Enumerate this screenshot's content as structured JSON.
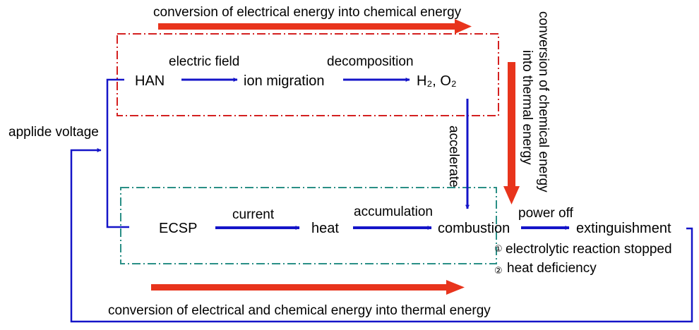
{
  "labels": {
    "top_conversion": "conversion of electrical energy into chemical energy",
    "bottom_conversion": "conversion of electrical and chemical energy into thermal energy",
    "right_conversion_line1": "conversion of chemical energy",
    "right_conversion_line2": "into thermal energy",
    "applied_voltage": "applide voltage",
    "electric_field": "electric field",
    "decomposition": "decomposition",
    "accelerate": "accelerate",
    "current": "current",
    "accumulation": "accumulation",
    "power_off": "power off",
    "reason_1": "electrolytic reaction stopped",
    "reason_2": "heat deficiency"
  },
  "nodes": {
    "han": "HAN",
    "ion_migration": "ion migration",
    "h2o2": "H₂, O₂",
    "ecsp": "ECSP",
    "heat": "heat",
    "combustion": "combustion",
    "extinguishment": "extinguishment"
  },
  "markers": {
    "one": "①",
    "two": "②"
  },
  "colors": {
    "blue": "#1414c8",
    "red": "#e8341c",
    "red_box": "#d42020",
    "teal_box": "#2a8f86"
  }
}
